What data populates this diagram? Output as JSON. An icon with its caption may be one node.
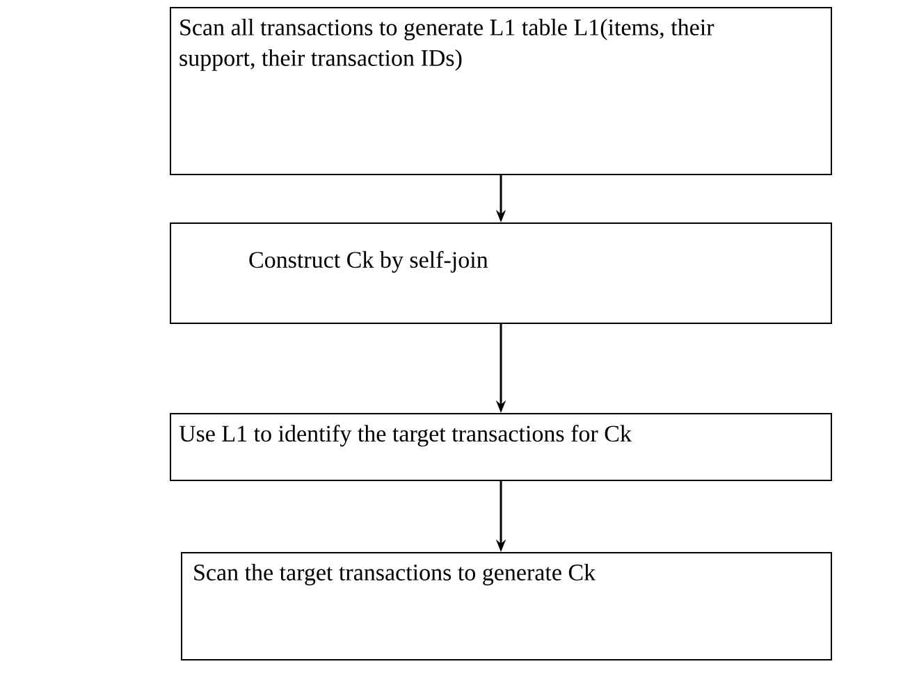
{
  "diagram": {
    "nodes": [
      {
        "text": [
          "Scan all transactions to generate L1 table L1(items, their support, their transaction IDs)"
        ]
      },
      {
        "text": [
          "Construct Ck by self-join"
        ]
      },
      {
        "text": [
          "Use L1 to identify the target transactions for Ck"
        ]
      },
      {
        "text": [
          "Scan the target transactions to generate Ck"
        ]
      }
    ],
    "edges": [
      {
        "from": 0,
        "to": 1,
        "arrow": "to"
      },
      {
        "from": 1,
        "to": 2,
        "arrow": "to"
      },
      {
        "from": 2,
        "to": 3,
        "arrow": "to"
      }
    ]
  }
}
